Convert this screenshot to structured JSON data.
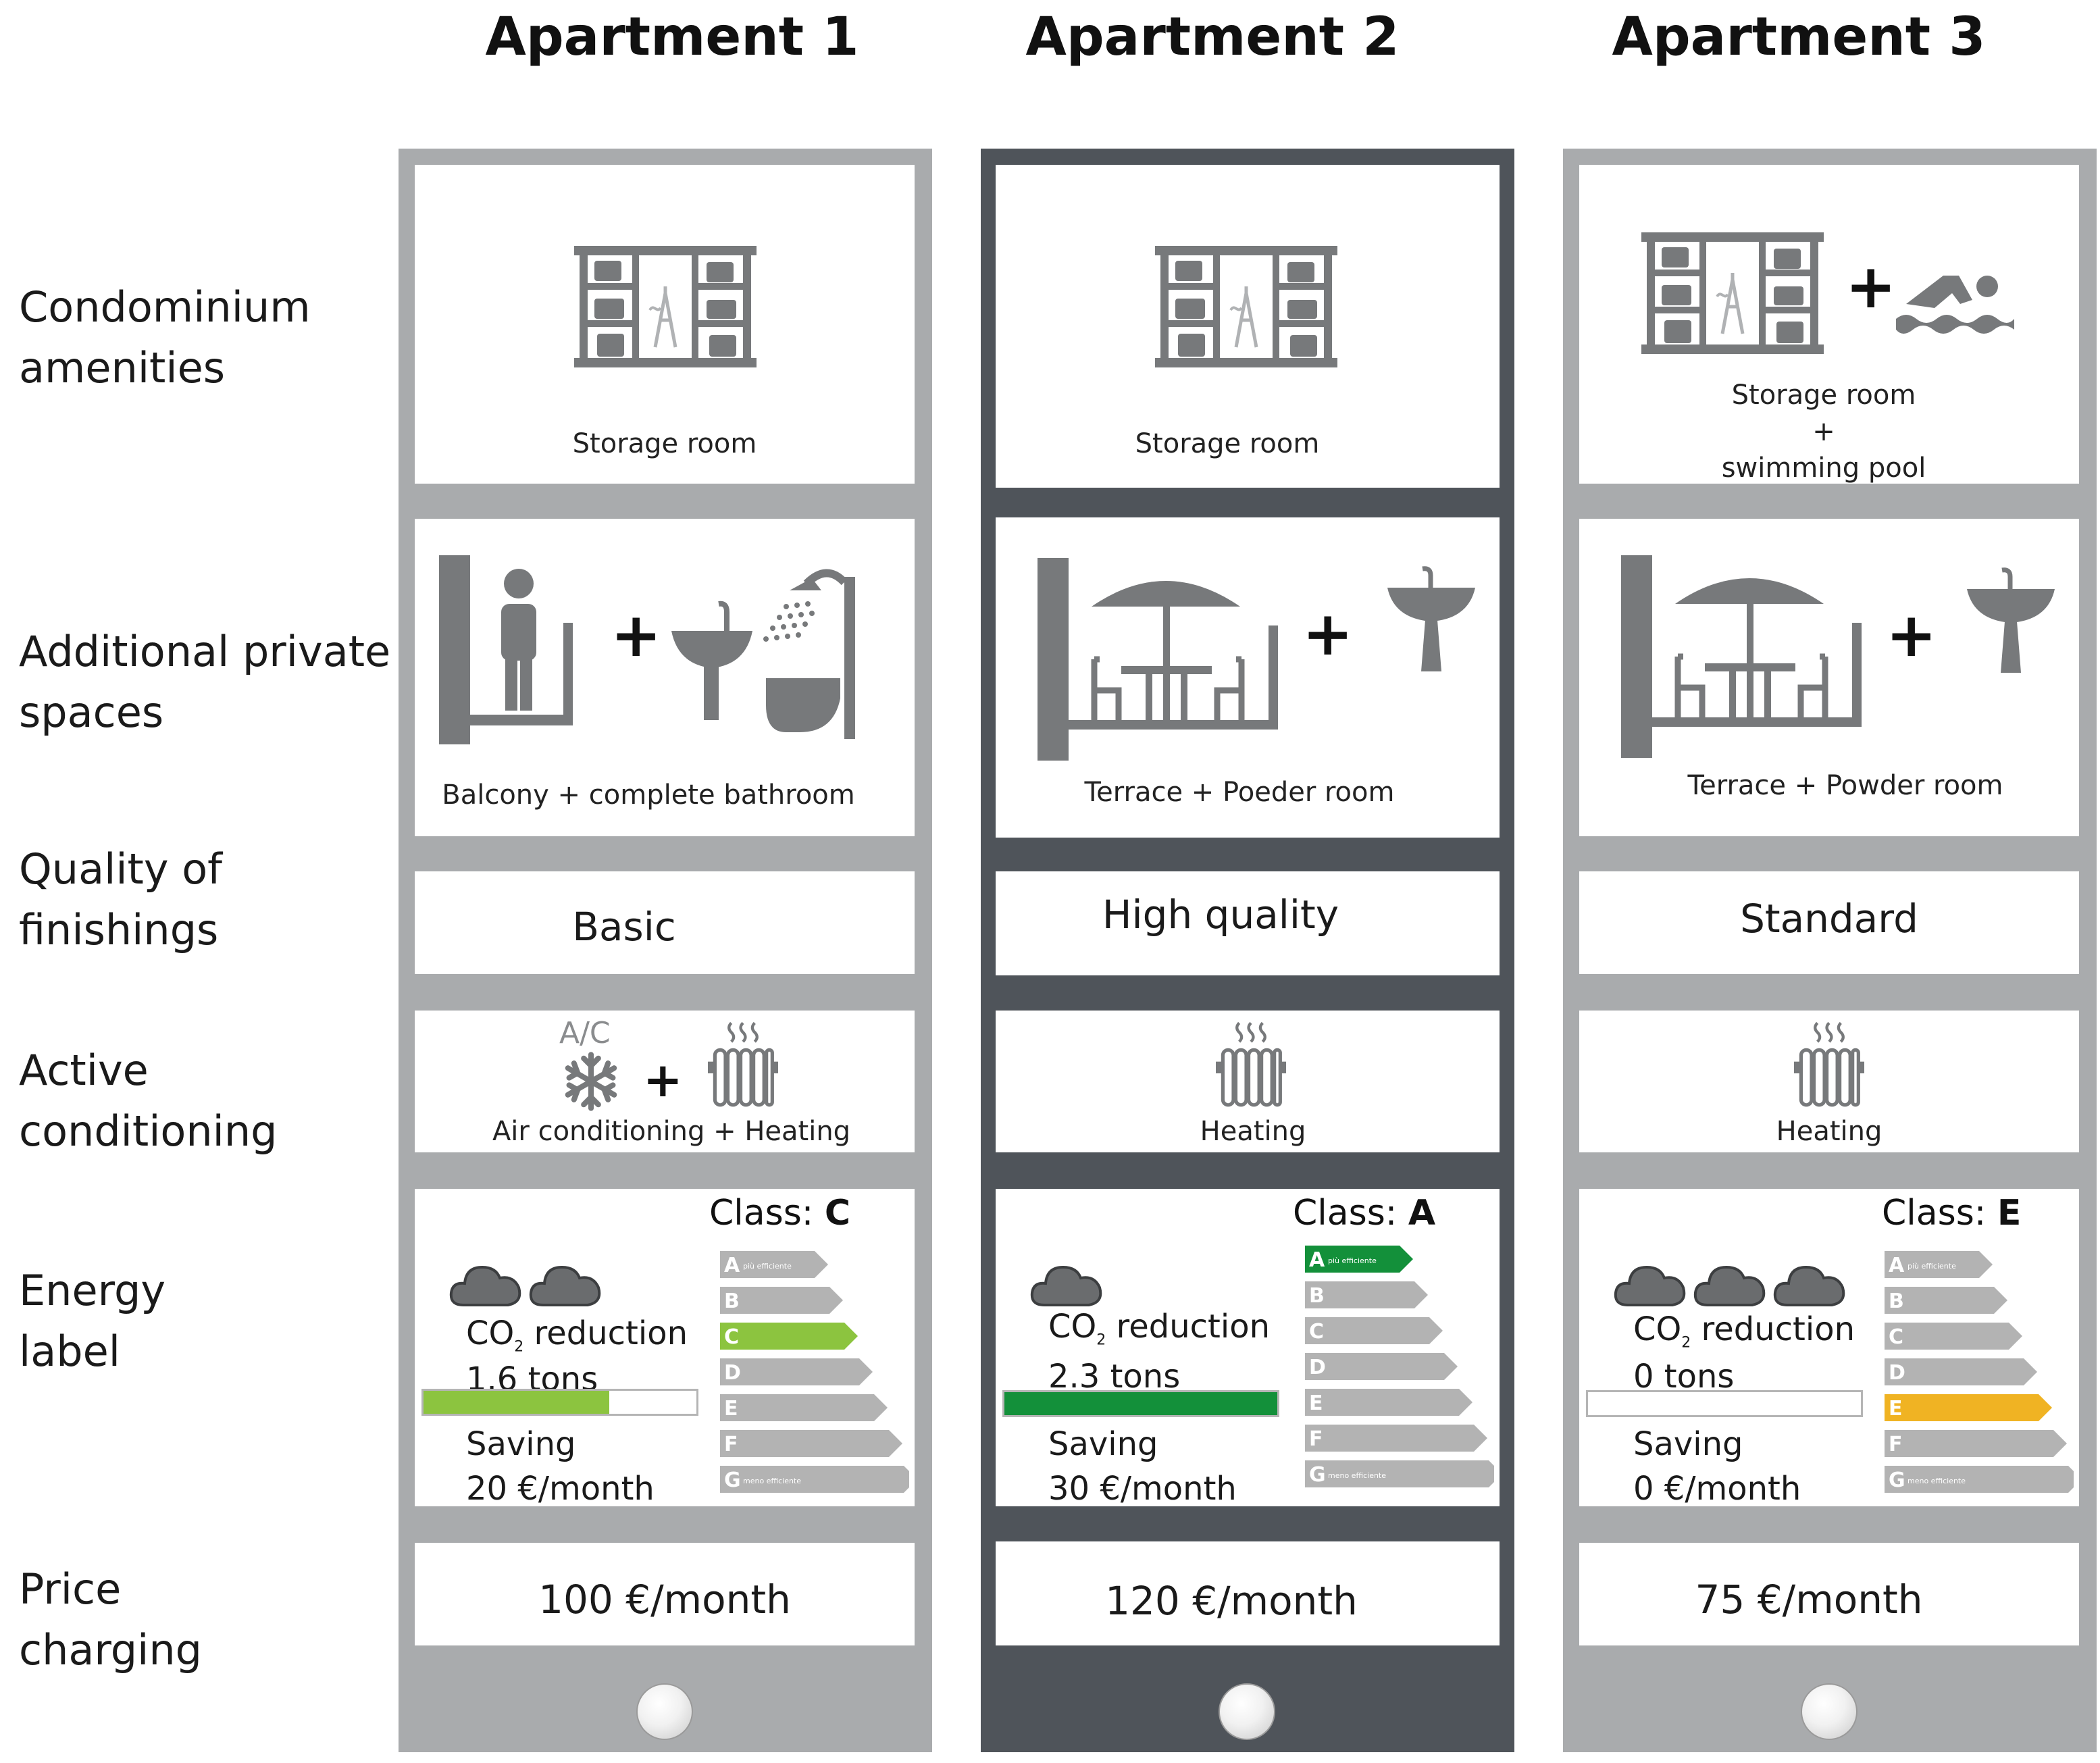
{
  "row_labels": [
    {
      "id": "amenities",
      "line1": "Condominium",
      "line2": "amenities"
    },
    {
      "id": "private",
      "line1": "Additional private",
      "line2": "spaces"
    },
    {
      "id": "quality",
      "line1": "Quality of",
      "line2": "finishings"
    },
    {
      "id": "conditioning",
      "line1": "Active",
      "line2": "conditioning"
    },
    {
      "id": "energy",
      "line1": "Energy",
      "line2": "label"
    },
    {
      "id": "price",
      "line1": "Price",
      "line2": "charging"
    }
  ],
  "energy_scale": [
    "A",
    "B",
    "C",
    "D",
    "E",
    "F",
    "G"
  ],
  "energy_fine_print": {
    "top": "più efficiente",
    "bottom": "meno efficiente"
  },
  "colors": {
    "light_frame": "#a9abad",
    "dark_frame": "#4f545a",
    "icon_gray": "#77797b",
    "class_A": "#13903a",
    "class_C": "#8cc43f",
    "class_E": "#f0b323",
    "arrow_gray": "#b3b3b3",
    "saving_bar_1": "#8cc43f",
    "saving_bar_2": "#13903a"
  },
  "apartments": [
    {
      "title": "Apartment 1",
      "frame": "light",
      "amenities_caption": "Storage room",
      "amenities_caption_2": "",
      "amenities_caption_3": "",
      "private_caption": "Balcony + complete bathroom",
      "quality": "Basic",
      "conditioning_caption": "Air conditioning + Heating",
      "ac_label": "A/C",
      "energy_class_label": "Class:",
      "energy_class": "C",
      "co2_label": "CO",
      "co2_sub": "2",
      "co2_suffix": " reduction",
      "co2_value": "1.6 tons",
      "co2_fraction": 0.68,
      "saving_label": "Saving",
      "saving_value": "20 €/month",
      "clouds": 2,
      "price": "100 €/month",
      "selected": false
    },
    {
      "title": "Apartment 2",
      "frame": "dark",
      "amenities_caption": "Storage room",
      "amenities_caption_2": "",
      "amenities_caption_3": "",
      "private_caption": "Terrace + Poeder room",
      "quality": "High quality",
      "conditioning_caption": "Heating",
      "ac_label": "",
      "energy_class_label": "Class:",
      "energy_class": "A",
      "co2_label": "CO",
      "co2_sub": "2",
      "co2_suffix": " reduction",
      "co2_value": "2.3 tons",
      "co2_fraction": 1.0,
      "saving_label": "Saving",
      "saving_value": "30 €/month",
      "clouds": 1,
      "price": "120 €/month",
      "selected": false
    },
    {
      "title": "Apartment 3",
      "frame": "light",
      "amenities_caption": "Storage room",
      "amenities_caption_2": "+",
      "amenities_caption_3": "swimming pool",
      "private_caption": "Terrace + Powder room",
      "quality": "Standard",
      "conditioning_caption": "Heating",
      "ac_label": "",
      "energy_class_label": "Class:",
      "energy_class": "E",
      "co2_label": "CO",
      "co2_sub": "2",
      "co2_suffix": " reduction",
      "co2_value": "0 tons",
      "co2_fraction": 0.0,
      "saving_label": "Saving",
      "saving_value": "0 €/month",
      "clouds": 3,
      "price": "75 €/month",
      "selected": false
    }
  ]
}
